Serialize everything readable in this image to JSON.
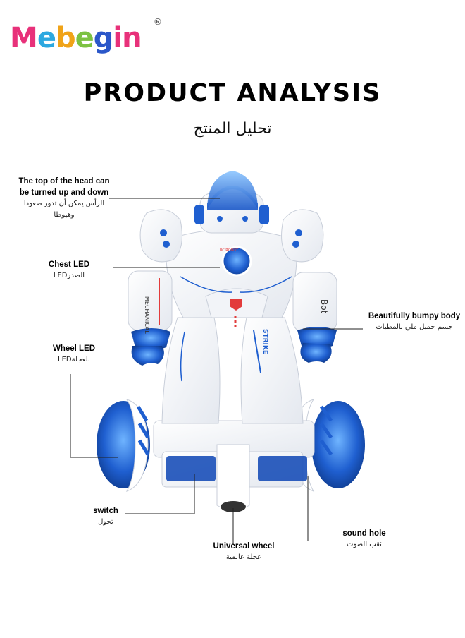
{
  "brand": {
    "letters": [
      {
        "ch": "M",
        "color": "#e8317a"
      },
      {
        "ch": "e",
        "color": "#2ca8e0"
      },
      {
        "ch": "b",
        "color": "#f0a318"
      },
      {
        "ch": "e",
        "color": "#7cc242"
      },
      {
        "ch": "g",
        "color": "#2b57c9"
      },
      {
        "ch": "i",
        "color": "#e8317a"
      },
      {
        "ch": "n",
        "color": "#e8317a"
      }
    ],
    "registered": "®"
  },
  "title": "PRODUCT ANALYSIS",
  "title_ar": "تحليل المنتج",
  "labels": {
    "head": {
      "en1": "The top of the head can",
      "en2": "be turned up and down",
      "ar": "الرأس يمكن أن تدور صعودا وهبوطا"
    },
    "chest": {
      "en": "Chest LED",
      "ar": "LEDالصدر"
    },
    "body": {
      "en": "Beautifully bumpy body",
      "ar": "جسم جميل ملي بالمطبات"
    },
    "wheel": {
      "en": "Wheel LED",
      "ar": "LEDللعجلة"
    },
    "switch": {
      "en": "switch",
      "ar": "تحول"
    },
    "universal": {
      "en": "Universal wheel",
      "ar": "عجلة عالمية"
    },
    "sound": {
      "en": "sound hole",
      "ar": "ثقب الصوت"
    }
  },
  "robot_text": {
    "arm_left": "MECHANICAL",
    "arm_right": "Bot",
    "leg": "STRIKE",
    "chest_small": "RC ROBOT"
  },
  "colors": {
    "accent_blue": "#1f5fd0",
    "dark_blue": "#123f9c",
    "line": "#222222"
  }
}
